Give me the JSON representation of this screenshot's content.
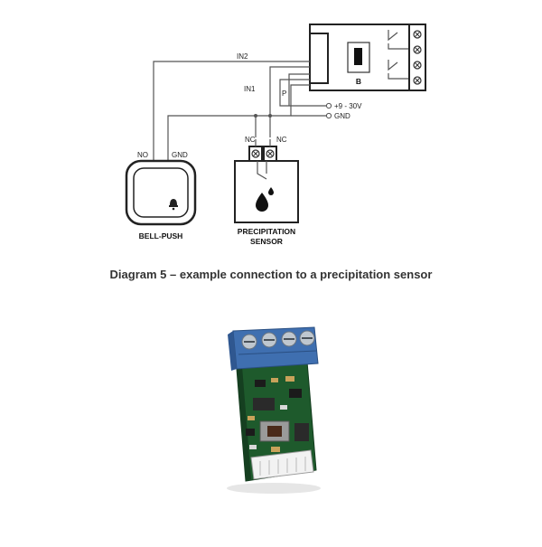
{
  "diagram": {
    "relay_module_label": "B",
    "wire_labels": {
      "in2": "IN2",
      "in1": "IN1",
      "p": "P"
    },
    "supply_labels": {
      "power": "+9 - 30V",
      "ground": "GND"
    },
    "bell_push": {
      "label": "BELL-PUSH",
      "terminal_no": "NO",
      "terminal_gnd": "GND"
    },
    "sensor": {
      "label_line1": "PRECIPITATION",
      "label_line2": "SENSOR",
      "terminal_left": "NC",
      "terminal_right": "NC"
    }
  },
  "caption": "Diagram 5 – example connection to a precipitation sensor",
  "colors": {
    "terminal_blue": "#3f6fb0",
    "pcb_green": "#1e5a2c",
    "wire_gray": "#555555"
  }
}
